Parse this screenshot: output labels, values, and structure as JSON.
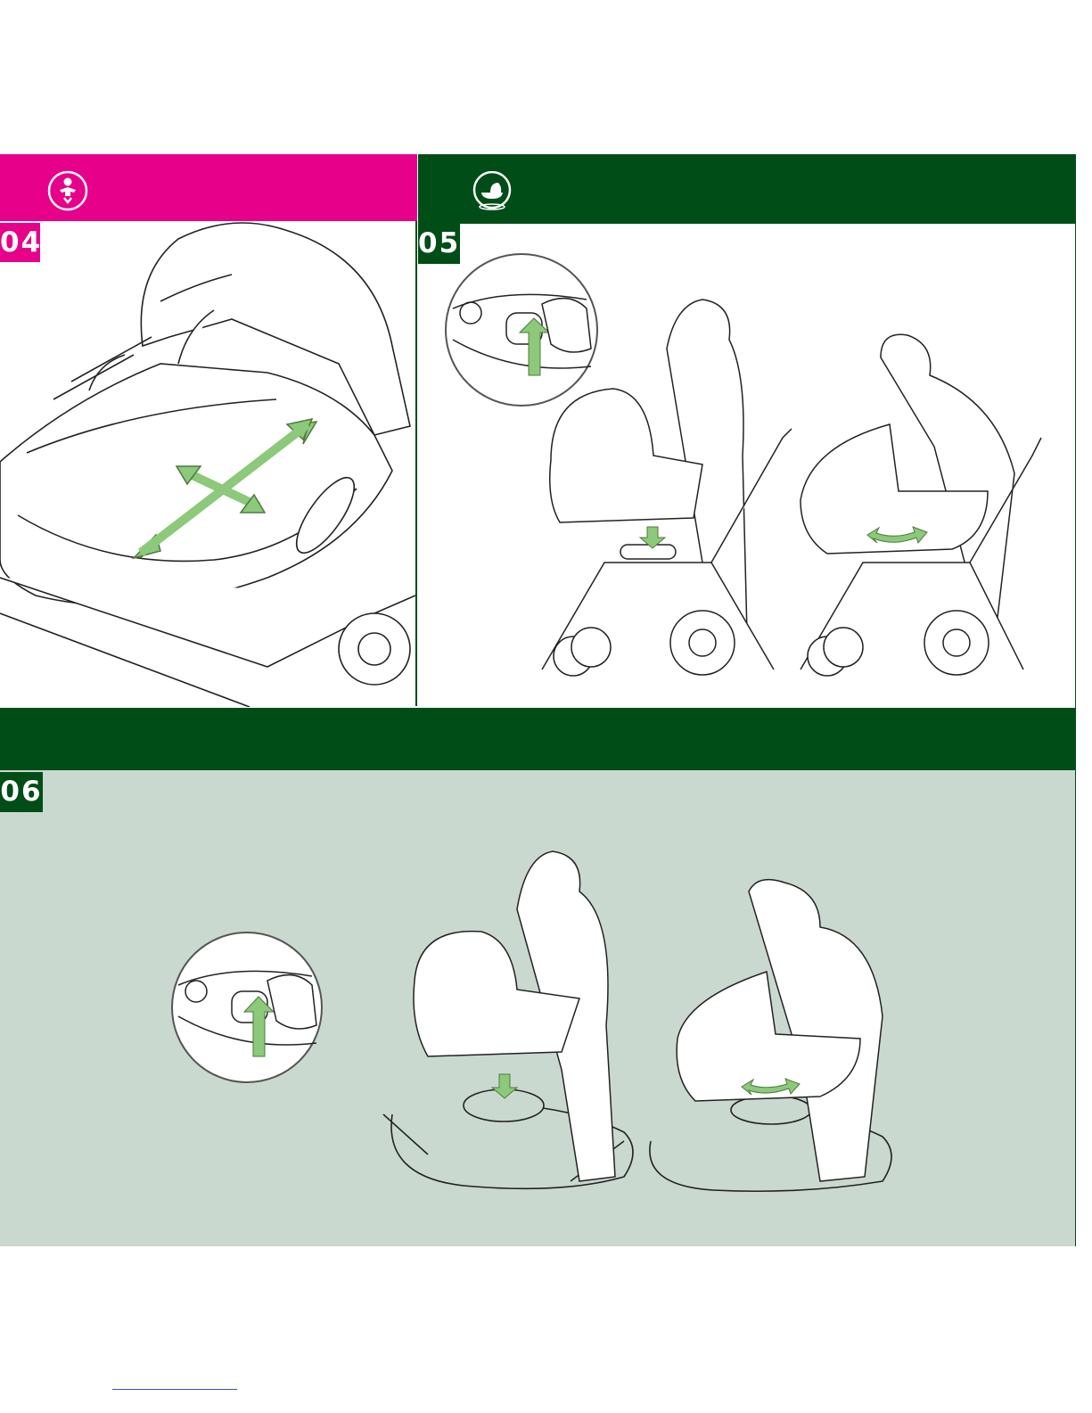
{
  "sections": [
    {
      "id": "04",
      "number": "04",
      "header_icon": "baby-icon",
      "header_color": "#e6008a"
    },
    {
      "id": "05",
      "number": "05",
      "header_icon": "carrycot-icon",
      "header_color": "#004d17"
    },
    {
      "id": "06",
      "number": "06",
      "header_icon": "",
      "header_color": "#004d17"
    }
  ],
  "colors": {
    "magenta": "#e6008a",
    "dark_green": "#004d17",
    "light_green_panel": "#cad9cf",
    "arrow_green": "#8cc97a"
  }
}
